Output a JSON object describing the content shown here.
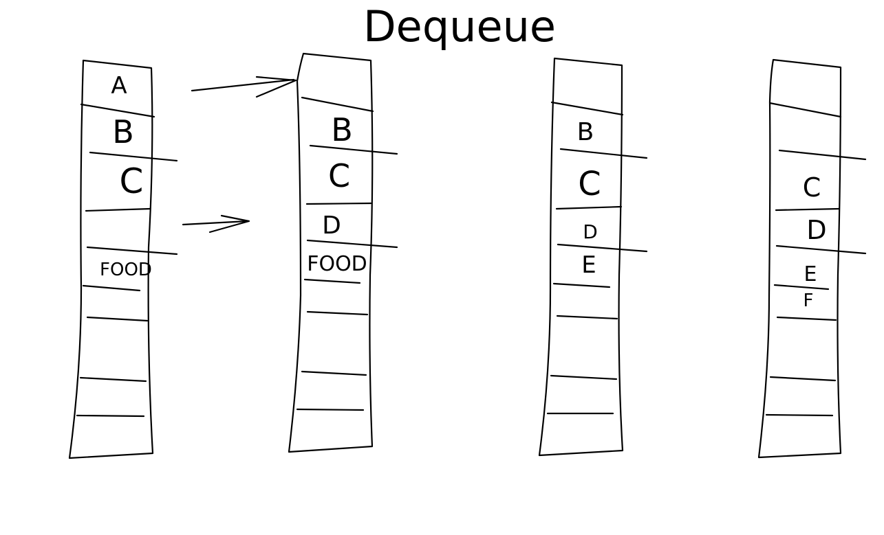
{
  "title": "Dequeue",
  "stacks": [
    {
      "cells": [
        "A",
        "B",
        "C",
        "",
        "FOOD",
        "",
        "",
        "",
        "",
        ""
      ]
    },
    {
      "cells": [
        "",
        "B",
        "C",
        "D",
        "FOOD",
        "",
        "",
        "",
        ""
      ]
    },
    {
      "cells": [
        "",
        "B",
        "C",
        "D",
        "E",
        "",
        "",
        "",
        ""
      ]
    },
    {
      "cells": [
        "",
        "",
        "C",
        "D",
        "E",
        "F",
        "",
        "",
        "",
        ""
      ]
    }
  ],
  "arrows": [
    {
      "from": "stack-1-cell-A",
      "to": "stack-2-top"
    },
    {
      "from": "stack-1-empty-cell",
      "to": "stack-2"
    }
  ]
}
